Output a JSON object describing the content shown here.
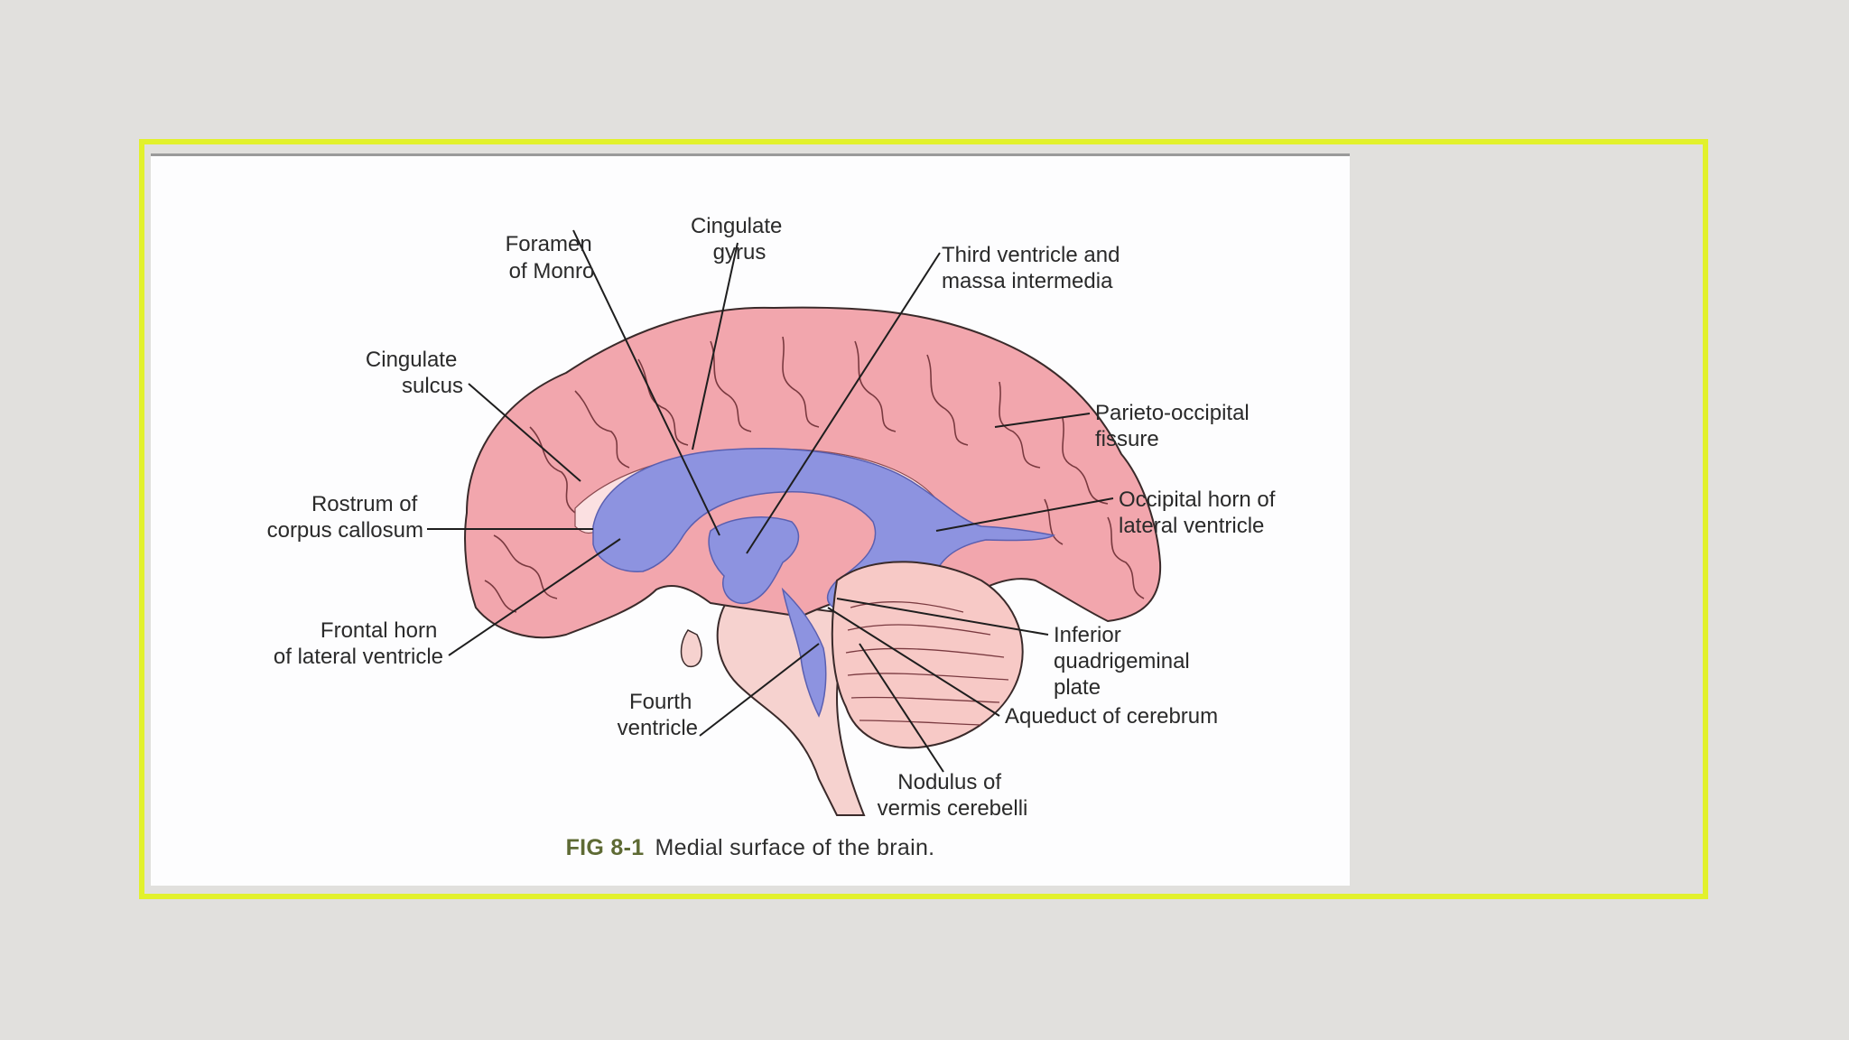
{
  "figure": {
    "number": "FIG 8-1",
    "caption": "Medial surface of the brain.",
    "labels": {
      "foramen_monro": [
        "Foramen",
        "of Monro"
      ],
      "cingulate_gyrus": [
        "Cingulate",
        "gyrus"
      ],
      "third_ventricle": [
        "Third ventricle and",
        "massa intermedia"
      ],
      "cingulate_sulcus": [
        "Cingulate",
        "sulcus"
      ],
      "parieto_occipital": [
        "Parieto-occipital",
        "fissure"
      ],
      "rostrum": [
        "Rostrum of",
        "corpus callosum"
      ],
      "occipital_horn": [
        "Occipital horn of",
        "lateral ventricle"
      ],
      "frontal_horn": [
        "Frontal horn",
        "of lateral ventricle"
      ],
      "inferior_quadrigeminal": [
        "Inferior",
        "quadrigeminal",
        "plate"
      ],
      "aqueduct": [
        "Aqueduct of cerebrum"
      ],
      "fourth_ventricle": [
        "Fourth",
        "ventricle"
      ],
      "nodulus": [
        "Nodulus of",
        "vermis cerebelli"
      ]
    }
  },
  "colors": {
    "frame": "#e2f12c",
    "cortex": "#f2a6ad",
    "ventricles": "#8d93e0",
    "cerebellum": "#f7c9c6",
    "brainstem": "#f6d2cf"
  }
}
